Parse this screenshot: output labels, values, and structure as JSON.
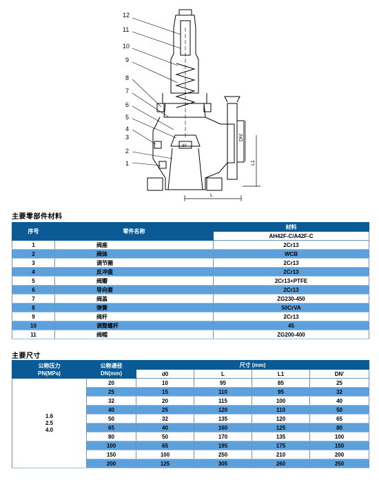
{
  "drawing": {
    "callouts": [
      "12",
      "11",
      "10",
      "9",
      "8",
      "7",
      "6",
      "5",
      "4",
      "3",
      "2",
      "1"
    ],
    "dim_labels": {
      "dn_prime": "DN'",
      "l1": "L1",
      "l": "L",
      "d0": "d0"
    }
  },
  "materials_section": {
    "title": "主要零部件材料",
    "headers": {
      "no": "序号",
      "part_name": "零件名称",
      "material": "材料",
      "model": "AH42F-C/A42F-C"
    },
    "rows": [
      {
        "no": "1",
        "name": "阀座",
        "material": "2Cr13"
      },
      {
        "no": "2",
        "name": "阀体",
        "material": "WCB"
      },
      {
        "no": "3",
        "name": "调节圈",
        "material": "2Cr13"
      },
      {
        "no": "4",
        "name": "反冲盘",
        "material": "2Cr13"
      },
      {
        "no": "5",
        "name": "阀瓣",
        "material": "2Cr13+PTFE"
      },
      {
        "no": "6",
        "name": "导向套",
        "material": "2Cr13"
      },
      {
        "no": "7",
        "name": "阀盖",
        "material": "ZG230-450"
      },
      {
        "no": "8",
        "name": "弹簧",
        "material": "50CrVA"
      },
      {
        "no": "9",
        "name": "阀杆",
        "material": "2Cr13"
      },
      {
        "no": "10",
        "name": "调整螺杆",
        "material": "45"
      },
      {
        "no": "11",
        "name": "阀帽",
        "material": "ZG200-400"
      }
    ]
  },
  "dimensions_section": {
    "title": "主要尺寸",
    "headers": {
      "pn_line1": "公称压力",
      "pn_line2": "PN(MPa)",
      "dn_line1": "公称通径",
      "dn_line2": "DN(mm)",
      "size": "尺寸 (mm)",
      "d0": "d0",
      "l": "L",
      "l1": "L1",
      "dn_prime": "DN'"
    },
    "pn_values": [
      "1.6",
      "2.5",
      "4.0"
    ],
    "rows": [
      {
        "dn": "20",
        "d0": "10",
        "l": "95",
        "l1": "85",
        "dnp": "25"
      },
      {
        "dn": "25",
        "d0": "15",
        "l": "110",
        "l1": "95",
        "dnp": "32"
      },
      {
        "dn": "32",
        "d0": "20",
        "l": "115",
        "l1": "100",
        "dnp": "40"
      },
      {
        "dn": "40",
        "d0": "25",
        "l": "120",
        "l1": "110",
        "dnp": "50"
      },
      {
        "dn": "50",
        "d0": "32",
        "l": "135",
        "l1": "120",
        "dnp": "65"
      },
      {
        "dn": "65",
        "d0": "40",
        "l": "160",
        "l1": "125",
        "dnp": "80"
      },
      {
        "dn": "80",
        "d0": "50",
        "l": "170",
        "l1": "135",
        "dnp": "100"
      },
      {
        "dn": "100",
        "d0": "65",
        "l": "195",
        "l1": "175",
        "dnp": "150"
      },
      {
        "dn": "150",
        "d0": "100",
        "l": "250",
        "l1": "210",
        "dnp": "200"
      },
      {
        "dn": "200",
        "d0": "125",
        "l": "305",
        "l1": "260",
        "dnp": "250"
      }
    ]
  }
}
